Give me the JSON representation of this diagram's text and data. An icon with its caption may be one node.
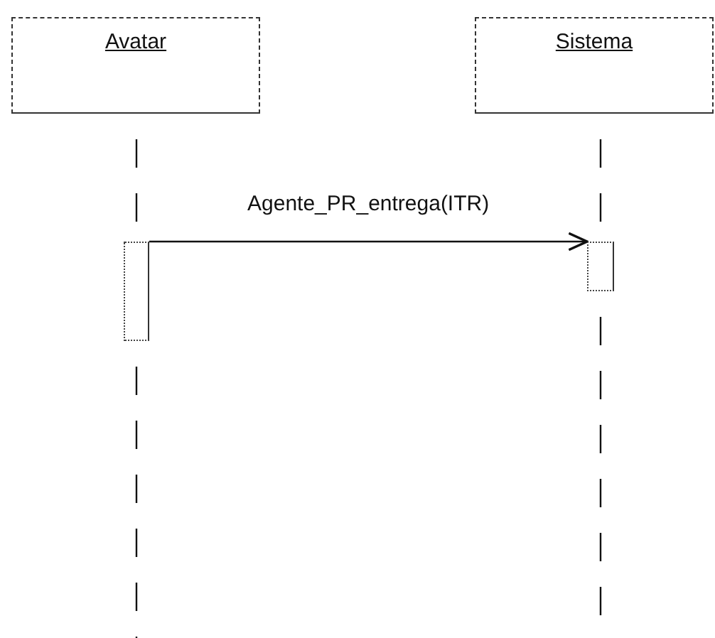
{
  "diagram": {
    "nodes": [
      {
        "text": [
          "Avatar"
        ]
      },
      {
        "text": [
          "Sistema"
        ]
      },
      {
        "text": [],
        "shape": "bar"
      },
      {
        "text": [],
        "shape": "bar"
      }
    ],
    "edges": [
      {
        "from": 0,
        "to": 2,
        "arrow": "none",
        "style": "dashed"
      },
      {
        "from": 1,
        "to": 3,
        "arrow": "none",
        "style": "dashed"
      },
      {
        "from": 2,
        "to": 3,
        "arrow": "to",
        "label": "Agente_PR_entrega(ITR)"
      },
      {
        "from": 2,
        "to": null,
        "arrow": "none",
        "style": "dashed"
      },
      {
        "from": 3,
        "to": null,
        "arrow": "none",
        "style": "dashed"
      }
    ]
  }
}
